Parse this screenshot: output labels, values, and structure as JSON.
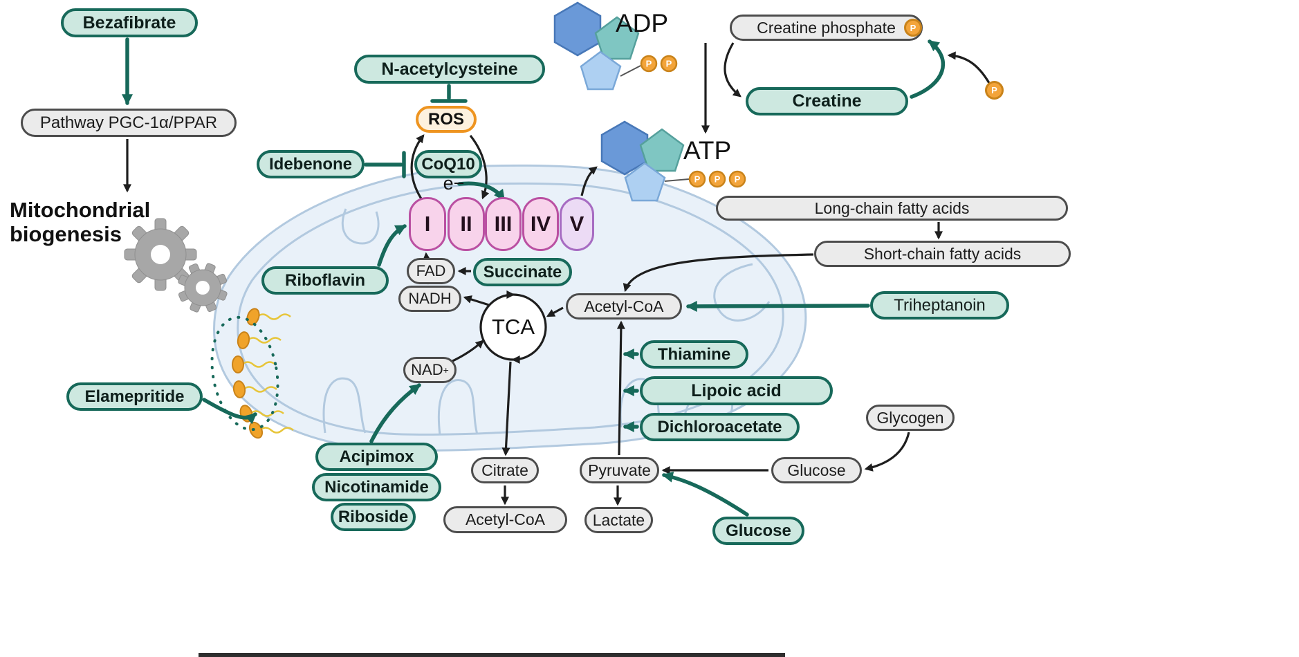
{
  "figure": {
    "description": "Mitochondrial disease therapies metabolic pathway diagram"
  },
  "colors": {
    "teal_border": "#17695a",
    "teal_fill": "#cde8e0",
    "gray_border": "#4c4c4c",
    "gray_fill": "#ebebeb",
    "orange_border": "#ee9420",
    "complex_border": "#ba50a2",
    "complex_fill": "#f8d3eb",
    "complex_v_fill": "#ecdbf5",
    "phosphate_fill": "#f3a43a",
    "mitochondrion_fill": "#e9f1f9",
    "mitochondrion_line": "#b2c9df"
  },
  "nodes": {
    "bezafibrate": "Bezafibrate",
    "pgc_ppar": "Pathway PGC-1α/PPAR",
    "mito_line1": "Mitochondrial",
    "mito_line2": "biogenesis",
    "nac": "N-acetylcysteine",
    "ros": "ROS",
    "idebenone": "Idebenone",
    "coq10": "CoQ10",
    "electron": "e−",
    "complex_i": "I",
    "complex_ii": "II",
    "complex_iii": "III",
    "complex_iv": "IV",
    "complex_v": "V",
    "fad": "FAD",
    "succinate": "Succinate",
    "nadh": "NADH",
    "riboflavin": "Riboflavin",
    "tca": "TCA",
    "acetyl_coa_mid": "Acetyl-CoA",
    "nad": "NAD",
    "nad_sup": "+",
    "elamepritide": "Elamepritide",
    "acipimox": "Acipimox",
    "nicotinamide": "Nicotinamide",
    "riboside": "Riboside",
    "citrate": "Citrate",
    "acetyl_coa_bottom": "Acetyl-CoA",
    "pyruvate": "Pyruvate",
    "lactate": "Lactate",
    "thiamine": "Thiamine",
    "lipoic_acid": "Lipoic acid",
    "dichloroacetate": "Dichloroacetate",
    "glycogen": "Glycogen",
    "glucose": "Glucose",
    "glucose_supplement": "Glucose",
    "long_chain_fa": "Long-chain fatty acids",
    "short_chain_fa": "Short-chain fatty acids",
    "triheptanoin": "Triheptanoin",
    "adp": "ADP",
    "atp": "ATP",
    "creatine_phosphate": "Creatine phosphate",
    "creatine": "Creatine",
    "p": "P"
  }
}
